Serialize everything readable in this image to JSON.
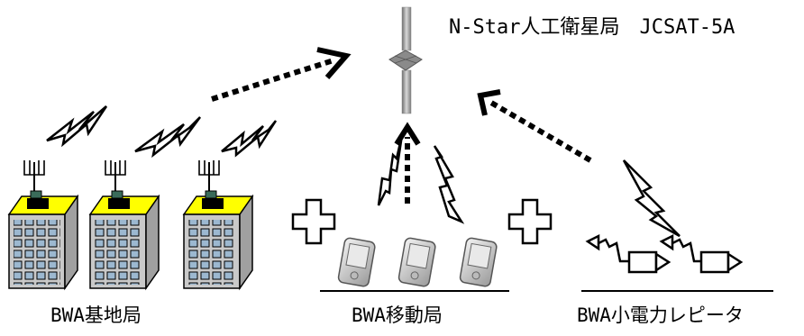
{
  "satellite": {
    "label": "N-Star人工衛星局　JCSAT-5A"
  },
  "groups": {
    "base": {
      "label": "BWA基地局"
    },
    "mobile": {
      "label": "BWA移動局"
    },
    "repeater": {
      "label": "BWA小電力レピータ"
    }
  },
  "colors": {
    "building_face": "#c9c9c9",
    "building_roof": "#ffff00",
    "window": "#9cb8d0",
    "satellite_panel": "#9a9a9a"
  }
}
